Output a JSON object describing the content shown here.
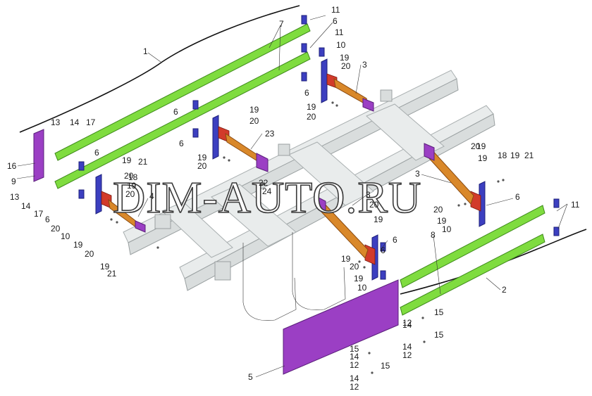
{
  "watermark": "DIM-AUTO.RU",
  "labels": {
    "n1": "1",
    "n2": "2",
    "n3a": "3",
    "n3b": "3",
    "n3c": "3",
    "n4": "4",
    "n5": "5",
    "n6a": "6",
    "n6b": "6",
    "n6c": "6",
    "n6d": "6",
    "n6e": "6",
    "n6f": "6",
    "n6g": "6",
    "n6h": "6",
    "n6i": "6",
    "n7": "7",
    "n8": "8",
    "n9": "9",
    "n10a": "10",
    "n10b": "10",
    "n10c": "10",
    "n10d": "10",
    "n11a": "11",
    "n11b": "11",
    "n11c": "11",
    "n12a": "12",
    "n12b": "12",
    "n12c": "12",
    "n12d": "12",
    "n13a": "13",
    "n13b": "13",
    "n14a": "14",
    "n14b": "14",
    "n14c": "14",
    "n14d": "14",
    "n14e": "14",
    "n14f": "14",
    "n15a": "15",
    "n15b": "15",
    "n15c": "15",
    "n15d": "15",
    "n16": "16",
    "n17a": "17",
    "n17b": "17",
    "n18a": "18",
    "n18b": "18",
    "n19a": "19",
    "n19b": "19",
    "n19c": "19",
    "n19d": "19",
    "n19e": "19",
    "n19f": "19",
    "n19g": "19",
    "n19h": "19",
    "n19i": "19",
    "n19j": "19",
    "n19k": "19",
    "n19l": "19",
    "n19m": "19",
    "n19n": "19",
    "n19o": "19",
    "n20a": "20",
    "n20b": "20",
    "n20c": "20",
    "n20d": "20",
    "n20e": "20",
    "n20f": "20",
    "n20g": "20",
    "n20h": "20",
    "n20i": "20",
    "n20j": "20",
    "n20k": "20",
    "n20l": "20",
    "n21a": "21",
    "n21b": "21",
    "n21c": "21",
    "n22": "22",
    "n23": "23",
    "n24": "24"
  },
  "colors": {
    "rail": "#7fdc3f",
    "panel": "#9b3fc4",
    "bracket": "#3c3fc0",
    "arm": "#d9882a",
    "frame": "#e9ecec"
  }
}
